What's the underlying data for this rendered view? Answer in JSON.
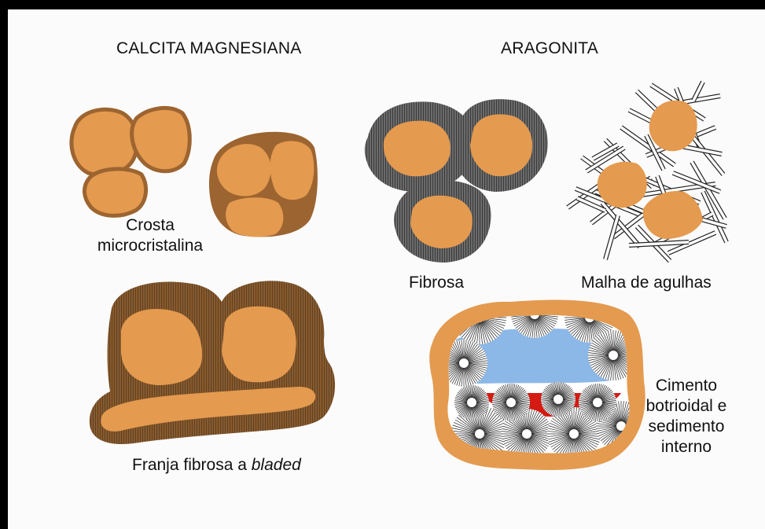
{
  "headings": {
    "calcite": "CALCITA MAGNESIANA",
    "aragonite": "ARAGONITA"
  },
  "labels": {
    "crust_line1": "Crosta",
    "crust_line2": "microcristalina",
    "fringe_prefix": "Franja fibrosa a ",
    "fringe_italic": "bladed",
    "fibrous": "Fibrosa",
    "needles": "Malha de agulhas",
    "botryoidal_line1": "Cimento",
    "botryoidal_line2": "botrioidal e",
    "botryoidal_line3": "sedimento",
    "botryoidal_line4": "interno"
  },
  "colors": {
    "grain": "#e49a4f",
    "micrite_crust": "#9c6430",
    "fringe": "#8a5a2a",
    "fiber_dark": "#3a3a3a",
    "pore_water": "#8cb8e8",
    "internal_sediment": "#d41a12",
    "border": "#000000",
    "background": "#fbfbfb"
  }
}
